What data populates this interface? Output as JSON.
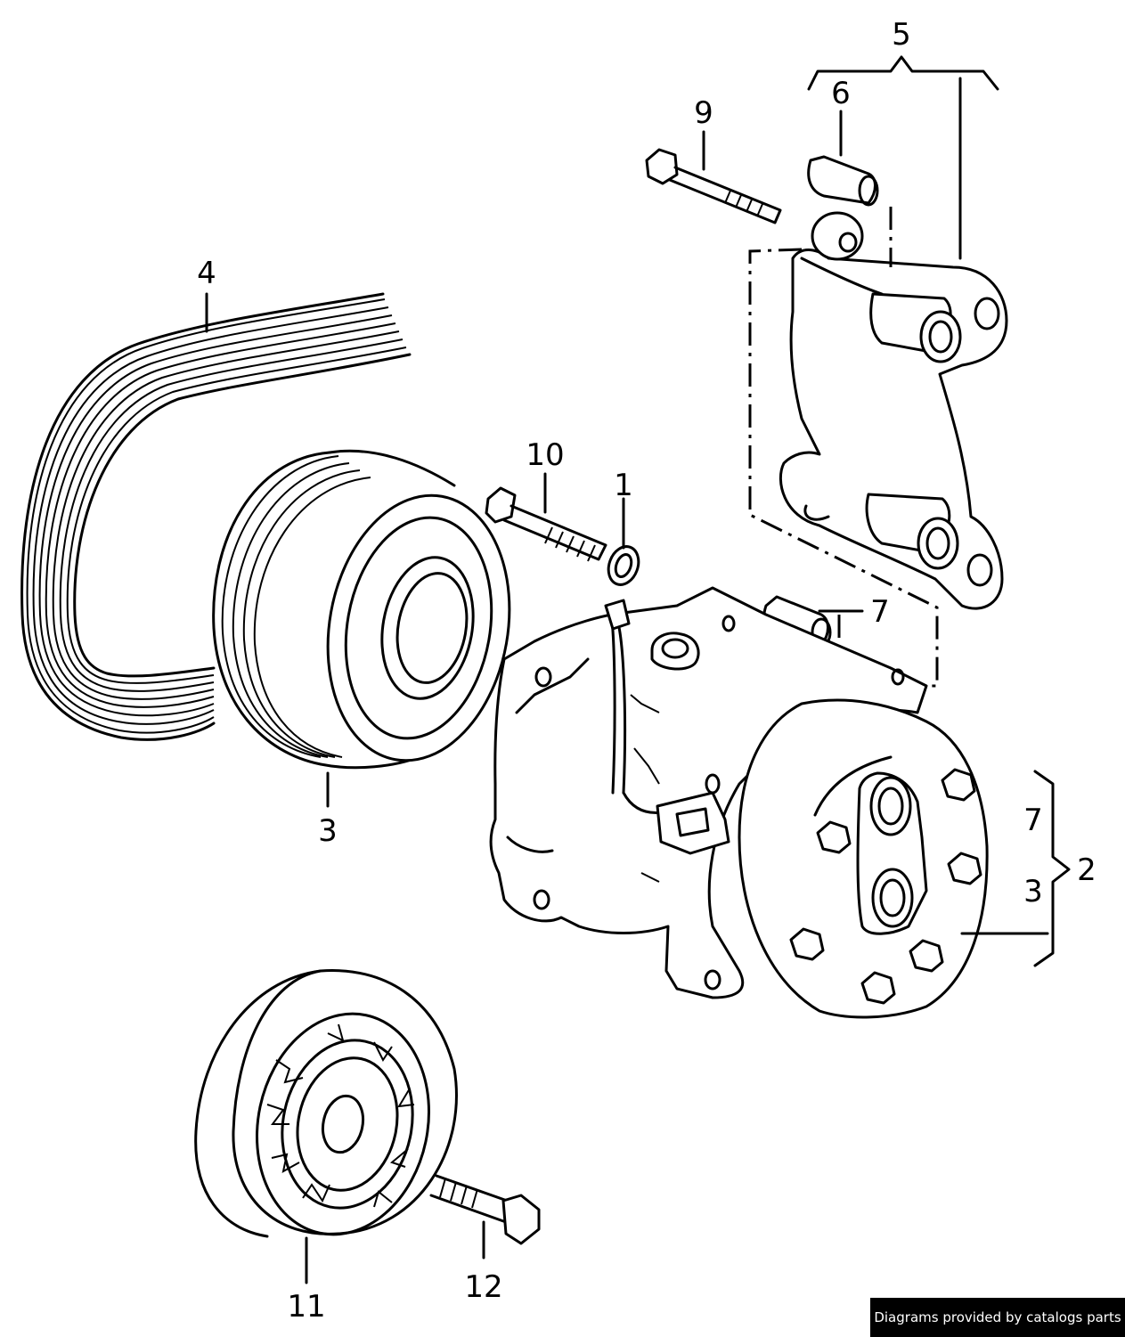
{
  "callouts": {
    "c1": "1",
    "c2": "2",
    "c3": "3",
    "c3b": "3",
    "c4": "4",
    "c5": "5",
    "c6": "6",
    "c7": "7",
    "c7b": "7",
    "c9": "9",
    "c10": "10",
    "c11": "11",
    "c12": "12"
  },
  "watermark": "Diagrams provided by catalogs parts"
}
